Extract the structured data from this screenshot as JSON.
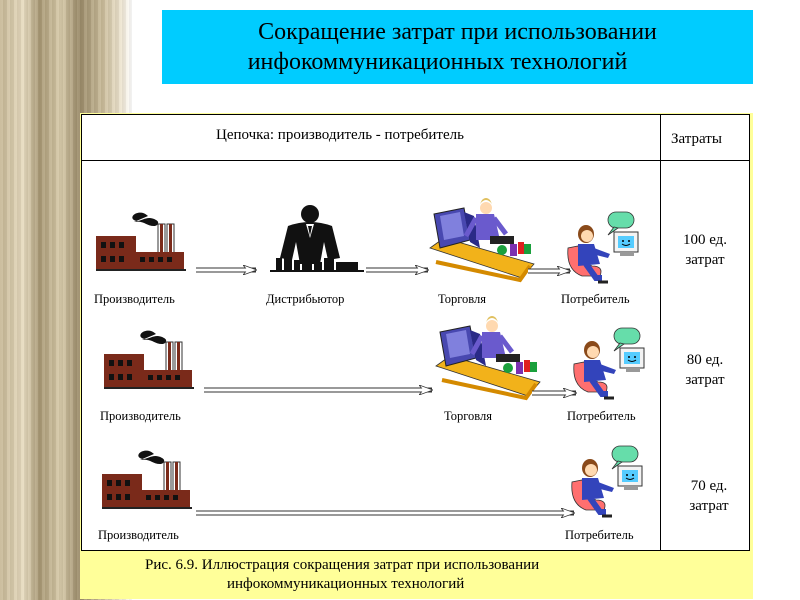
{
  "title": {
    "line1": "Сокращение затрат при использовании",
    "line2": "инфокоммуникационных технологий"
  },
  "table": {
    "header_chain": "Цепочка: производитель - потребитель",
    "header_costs": "Затраты",
    "rows": [
      {
        "labels": [
          "Производитель",
          "Дистрибьютор",
          "Торговля",
          "Потребитель"
        ],
        "cost_line1": "100 ед.",
        "cost_line2": "затрат"
      },
      {
        "labels": [
          "Производитель",
          "Торговля",
          "Потребитель"
        ],
        "cost_line1": "80 ед.",
        "cost_line2": "затрат"
      },
      {
        "labels": [
          "Производитель",
          "Потребитель"
        ],
        "cost_line1": "70 ед.",
        "cost_line2": "затрат"
      }
    ]
  },
  "caption": {
    "line1": "Рис. 6.9. Иллюстрация сокращения затрат при использовании",
    "line2": "инфокоммуникационных технологий"
  },
  "colors": {
    "title_bg": "#00ccff",
    "frame_bg": "#ffff99",
    "factory": "#7a2a1a",
    "store_counter": "#f2b21a",
    "monitor": "#3a3aa0",
    "person": "#3344bb",
    "chair": "#ff6f6f",
    "speech_bubble": "#66ddaa"
  }
}
